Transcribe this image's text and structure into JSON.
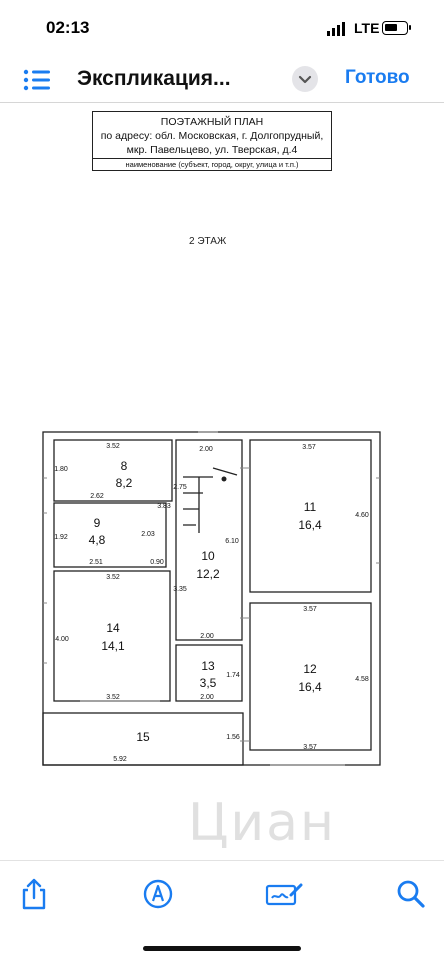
{
  "status_bar": {
    "time": "02:13",
    "network": "LTE"
  },
  "navbar": {
    "title": "Экспликация...",
    "done_label": "Готово"
  },
  "document": {
    "header_line1": "ПОЭТАЖНЫЙ ПЛАН",
    "header_line2": "по адресу: обл. Московская, г. Долгопрудный,",
    "header_line3": "мкр. Павельцево, ул. Тверская, д.4",
    "header_caption": "наименование (субъект, город, округ, улица и т.п.)",
    "floor_label": "2 ЭТАЖ",
    "watermark": "Циан"
  },
  "plan": {
    "rooms": [
      {
        "num": "8",
        "area": "8,2"
      },
      {
        "num": "9",
        "area": "4,8"
      },
      {
        "num": "10",
        "area": "12,2"
      },
      {
        "num": "11",
        "area": "16,4"
      },
      {
        "num": "12",
        "area": "16,4"
      },
      {
        "num": "13",
        "area": "3,5"
      },
      {
        "num": "14",
        "area": "14,1"
      },
      {
        "num": "15",
        "area": ""
      }
    ],
    "dims": {
      "d_352_top": "3.52",
      "d_200_top": "2.00",
      "d_357_top": "3.57",
      "d_180": "1.80",
      "d_262": "2.62",
      "d_383": "3.83",
      "d_275": "2.75",
      "d_192": "1.92",
      "d_203": "2.03",
      "d_251": "2.51",
      "d_090": "0.90",
      "d_610": "6.10",
      "d_460": "4.60",
      "d_352_mid": "3.52",
      "d_335": "3.35",
      "d_357_mid": "3.57",
      "d_400": "4.00",
      "d_200_mid": "2.00",
      "d_174": "1.74",
      "d_458": "4.58",
      "d_352_bot": "3.52",
      "d_200_bot": "2.00",
      "d_156": "1.56",
      "d_592": "5.92",
      "d_357_bot": "3.57"
    }
  },
  "toolbar": {
    "share": "share-icon",
    "markup": "markup-icon",
    "sign": "signature-icon",
    "search": "search-icon"
  },
  "colors": {
    "accent": "#1a7cf0"
  }
}
